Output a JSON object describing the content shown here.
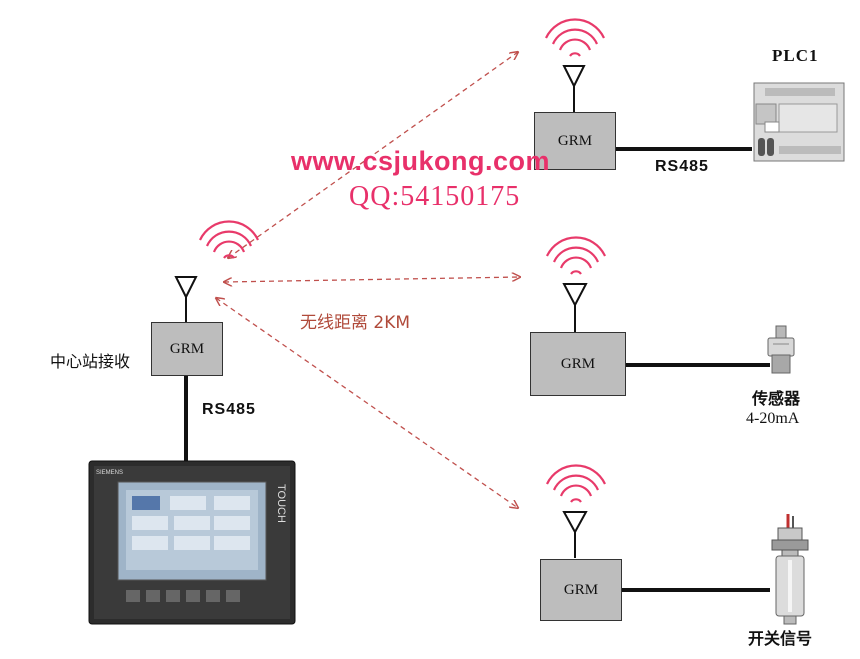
{
  "watermark": {
    "url": "www.csjukong.com",
    "qq": "QQ:54150175"
  },
  "center": {
    "label": "中心站接收",
    "module": "GRM",
    "bus": "RS485"
  },
  "distance_label": "无线距离 2KM",
  "nodes": {
    "plc": {
      "module": "GRM",
      "bus": "RS485",
      "device": "PLC1"
    },
    "sensor": {
      "module": "GRM",
      "device": "传感器",
      "range": "4-20mA"
    },
    "switch": {
      "module": "GRM",
      "device": "开关信号"
    }
  },
  "hmi": {
    "brand": "SIEMENS",
    "model": "TOUCH"
  },
  "colors": {
    "wifi": "#e83a6a",
    "link": "#c0504d",
    "module": "#bdbdbd",
    "watermark": "#e8306a"
  }
}
